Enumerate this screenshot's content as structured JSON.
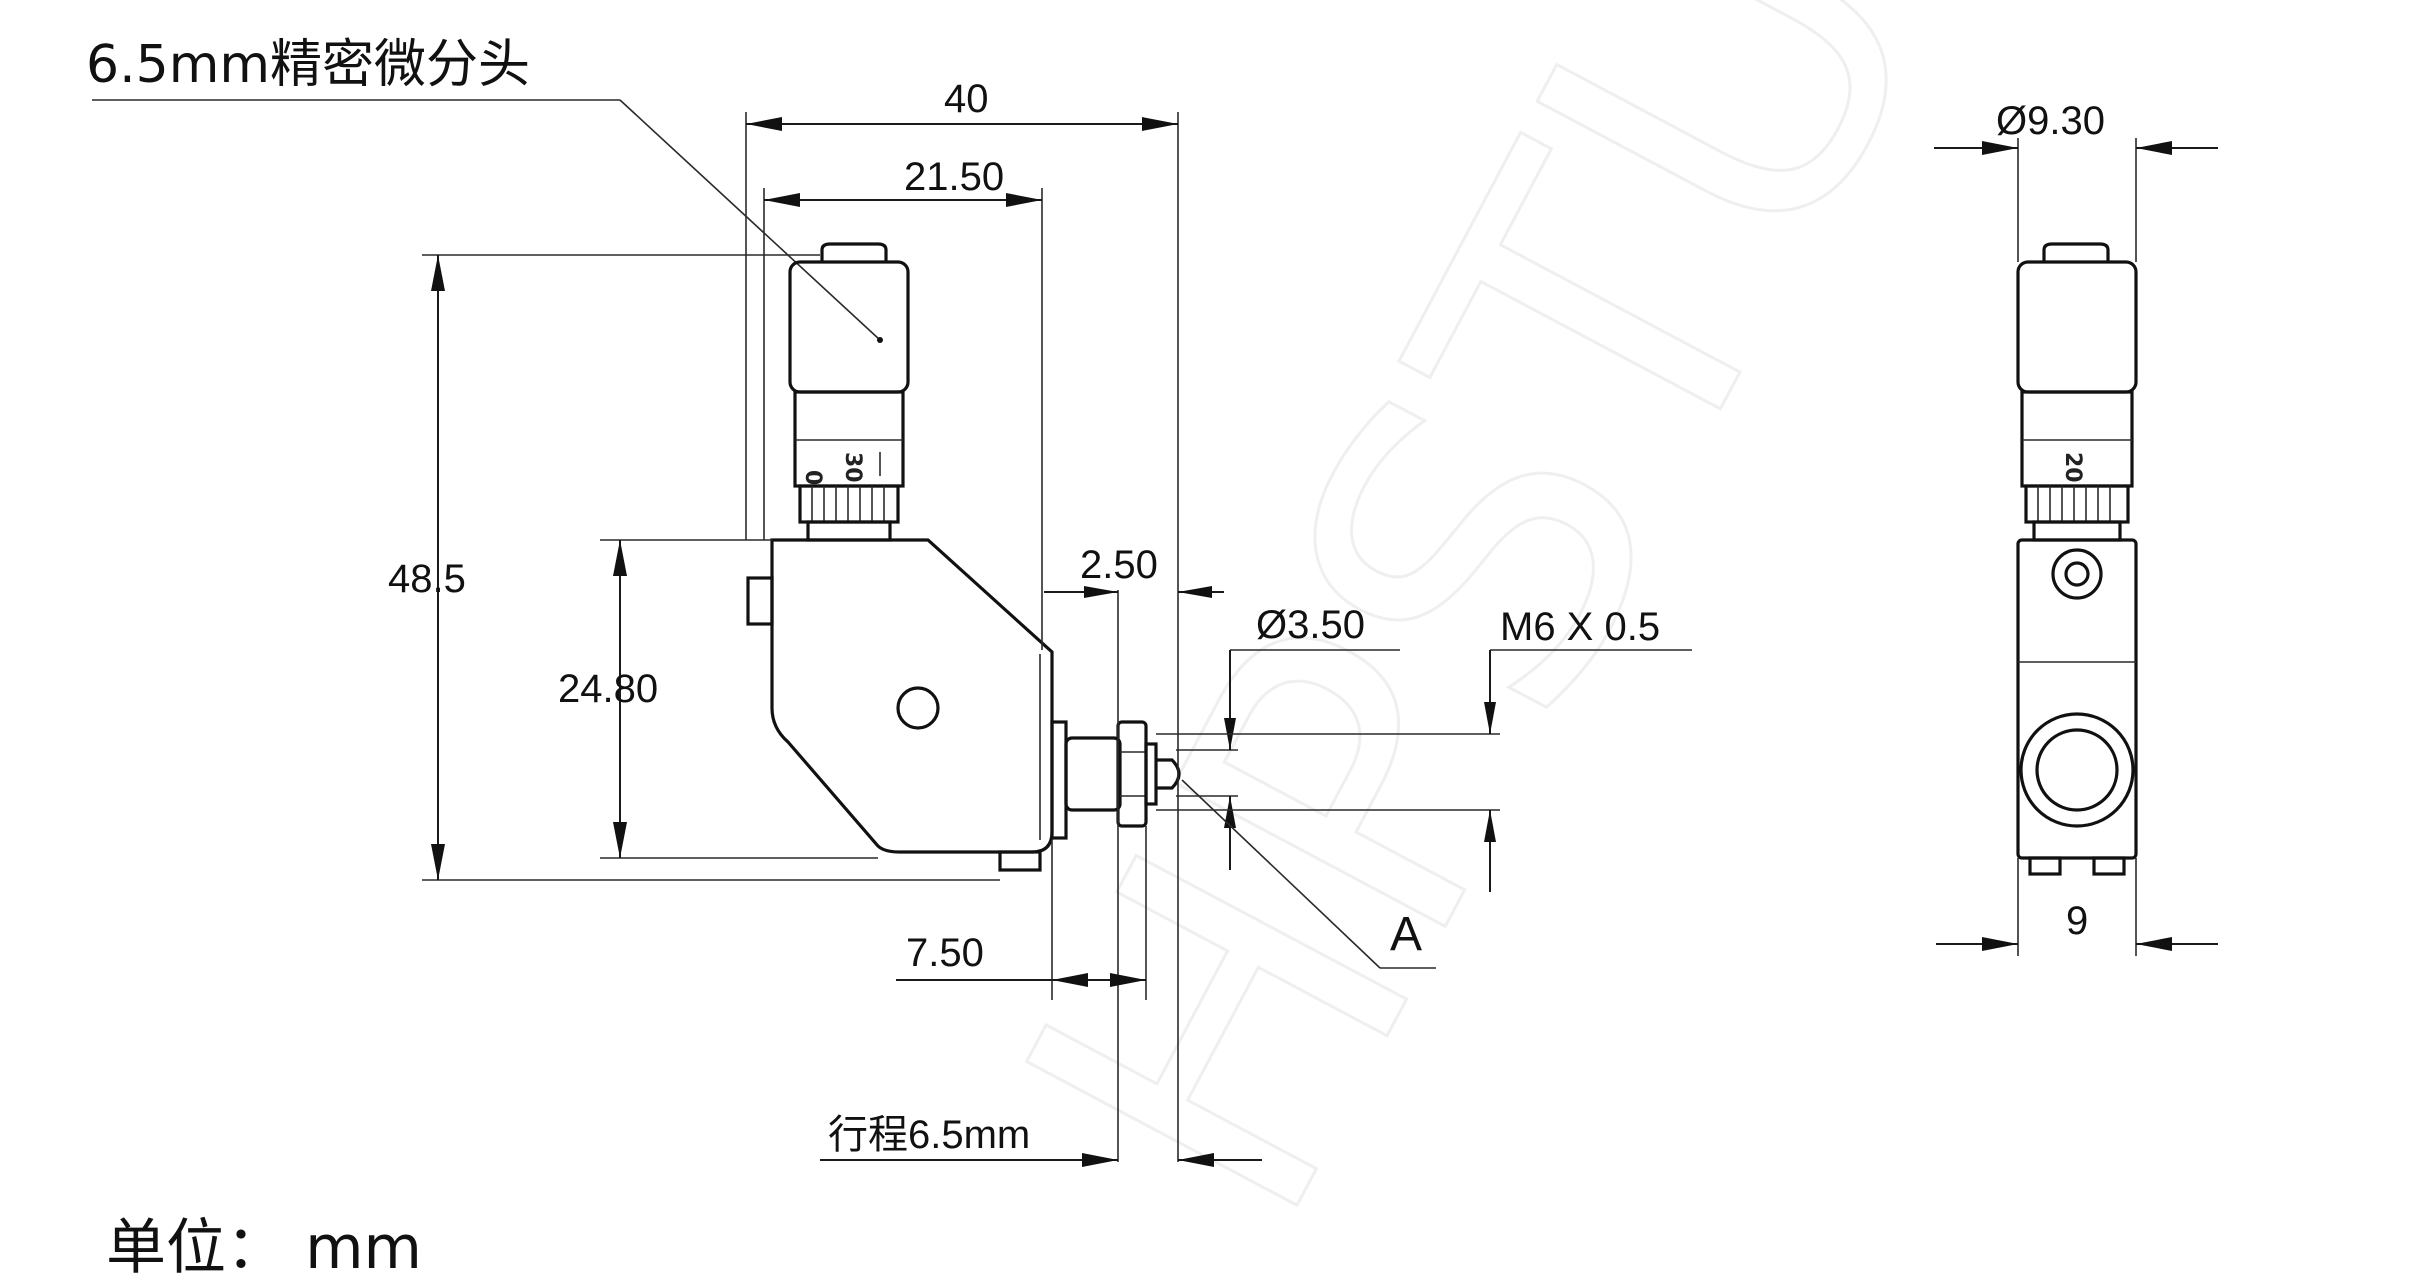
{
  "title_label": "6.5mm精密微分头",
  "unit_label": "单位： mm",
  "watermark": "HPSTU",
  "dimensions": {
    "overall_width": "40",
    "head_width": "21.50",
    "total_height": "48.5",
    "body_height": "24.80",
    "gap": "2.50",
    "tip_diameter": "Ø3.50",
    "thread": "M6 X 0.5",
    "shaft_length": "7.50",
    "travel": "行程6.5mm",
    "point_label": "A",
    "side_diameter": "Ø9.30",
    "side_width": "9"
  },
  "thimble_scale": [
    "0",
    "30",
    "20"
  ]
}
